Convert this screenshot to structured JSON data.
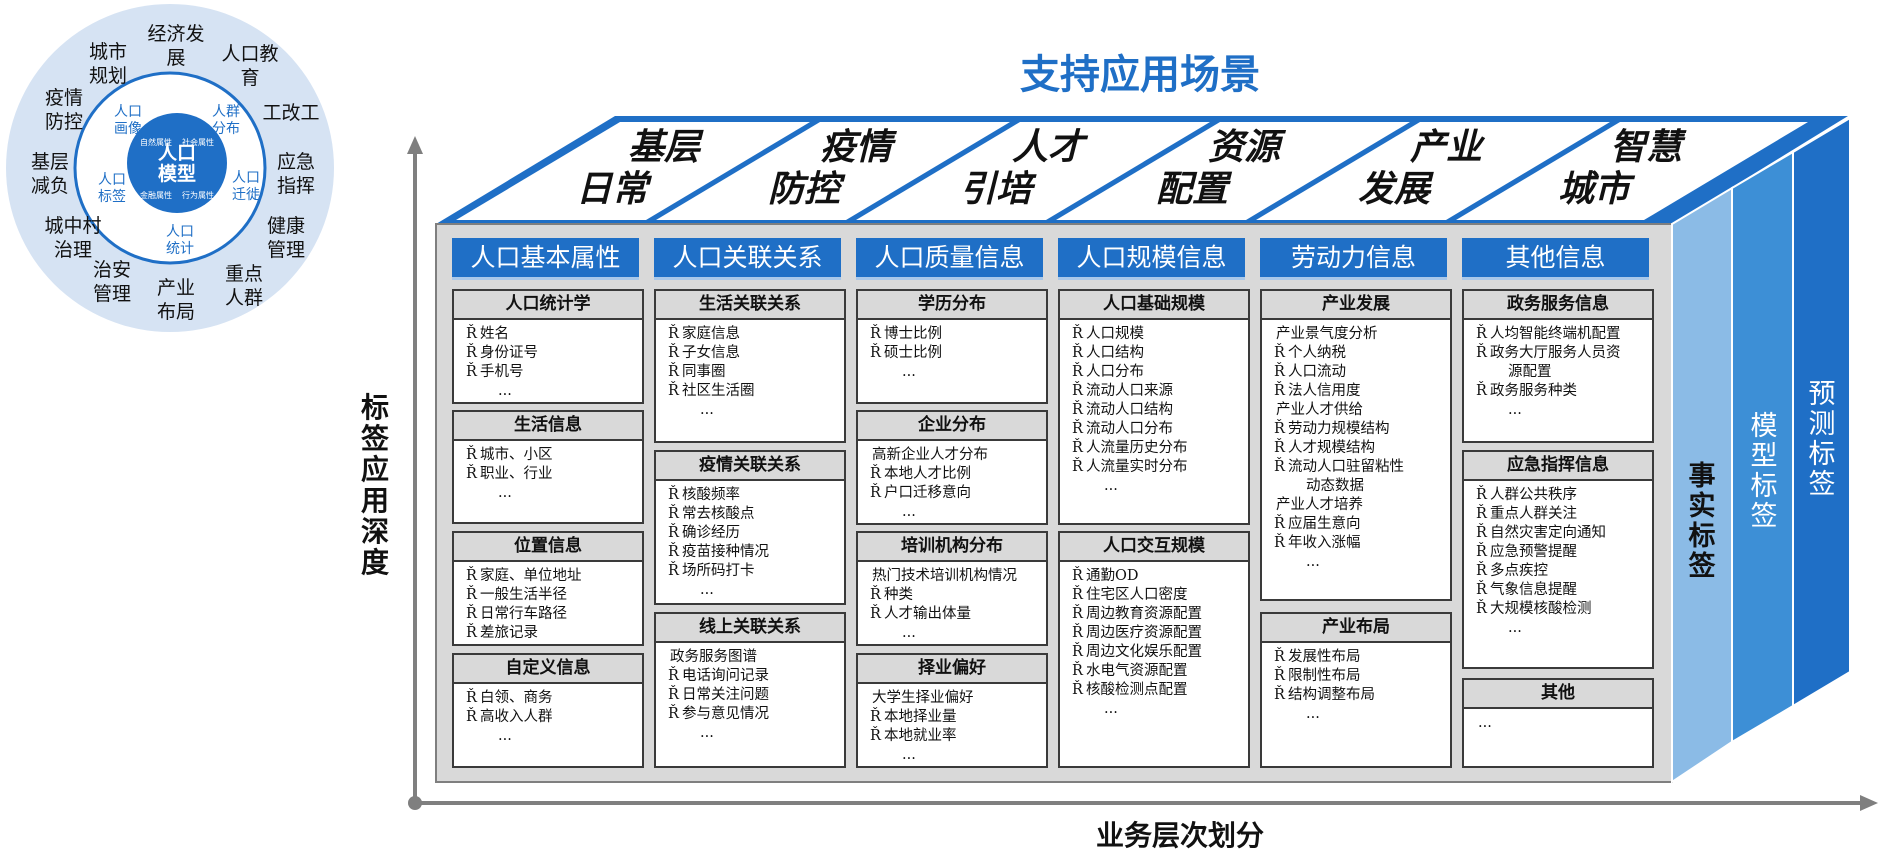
{
  "title": "支持应用场景",
  "y_axis_label": "标签应用深度",
  "x_axis_label": "业务层次划分",
  "circle": {
    "center_title": "人口模型",
    "center_small": [
      "自然属性",
      "社会属性",
      "金融属性",
      "行为属性"
    ],
    "inner": [
      "人口画像",
      "人群分布",
      "人口迁徙",
      "人口统计",
      "人口标签"
    ],
    "outer": [
      "经济发展",
      "人口教育",
      "工改工",
      "应急指挥",
      "健康管理",
      "重点人群",
      "产业布局",
      "治安管理",
      "城中村治理",
      "基层减负",
      "疫情防控",
      "城市规划"
    ]
  },
  "scenarios": [
    {
      "l1": "基层",
      "l2": "日常"
    },
    {
      "l1": "疫情",
      "l2": "防控"
    },
    {
      "l1": "人才",
      "l2": "引培"
    },
    {
      "l1": "资源",
      "l2": "配置"
    },
    {
      "l1": "产业",
      "l2": "发展"
    },
    {
      "l1": "智慧",
      "l2": "城市"
    }
  ],
  "side_labels": [
    "事实标签",
    "模型标签",
    "预测标签"
  ],
  "categories": [
    "人口基本属性",
    "人口关联关系",
    "人口质量信息",
    "人口规模信息",
    "劳动力信息",
    "其他信息"
  ],
  "groups": [
    {
      "title": "人口统计学",
      "items": [
        {
          "t": "姓名",
          "k": "b"
        },
        {
          "t": "身份证号",
          "k": "b"
        },
        {
          "t": "手机号",
          "k": "b"
        },
        {
          "t": "...",
          "k": "el"
        }
      ]
    },
    {
      "title": "生活信息",
      "items": [
        {
          "t": "城市、小区",
          "k": "b"
        },
        {
          "t": "职业、行业",
          "k": "b"
        },
        {
          "t": "...",
          "k": "el"
        }
      ]
    },
    {
      "title": "位置信息",
      "items": [
        {
          "t": "家庭、单位地址",
          "k": "b"
        },
        {
          "t": "一般生活半径",
          "k": "b"
        },
        {
          "t": "日常行车路径",
          "k": "b"
        },
        {
          "t": "差旅记录",
          "k": "b"
        }
      ]
    },
    {
      "title": "自定义信息",
      "items": [
        {
          "t": "白领、商务",
          "k": "b"
        },
        {
          "t": "高收入人群",
          "k": "b"
        },
        {
          "t": "...",
          "k": "el"
        }
      ]
    },
    {
      "title": "生活关联关系",
      "items": [
        {
          "t": "家庭信息",
          "k": "b"
        },
        {
          "t": "子女信息",
          "k": "b"
        },
        {
          "t": "同事圈",
          "k": "b"
        },
        {
          "t": "社区生活圈",
          "k": "b"
        },
        {
          "t": "...",
          "k": "el"
        }
      ]
    },
    {
      "title": "疫情关联关系",
      "items": [
        {
          "t": "核酸频率",
          "k": "b"
        },
        {
          "t": "常去核酸点",
          "k": "b"
        },
        {
          "t": "确诊经历",
          "k": "b"
        },
        {
          "t": "疫苗接种情况",
          "k": "b"
        },
        {
          "t": "场所码打卡",
          "k": "b"
        },
        {
          "t": "...",
          "k": "el"
        }
      ]
    },
    {
      "title": "线上关联关系",
      "items": [
        {
          "t": "政务服务图谱",
          "k": "hd"
        },
        {
          "t": "电话询问记录",
          "k": "b"
        },
        {
          "t": "日常关注问题",
          "k": "b"
        },
        {
          "t": "参与意见情况",
          "k": "b"
        },
        {
          "t": "...",
          "k": "el"
        }
      ]
    },
    {
      "title": "学历分布",
      "items": [
        {
          "t": "博士比例",
          "k": "b"
        },
        {
          "t": "硕士比例",
          "k": "b"
        },
        {
          "t": "...",
          "k": "el"
        }
      ]
    },
    {
      "title": "企业分布",
      "items": [
        {
          "t": "高新企业人才分布",
          "k": "hd"
        },
        {
          "t": "本地人才比例",
          "k": "b"
        },
        {
          "t": "户口迁移意向",
          "k": "b"
        },
        {
          "t": "...",
          "k": "el"
        }
      ]
    },
    {
      "title": "培训机构分布",
      "items": [
        {
          "t": "热门技术培训机构情况",
          "k": "hd"
        },
        {
          "t": "种类",
          "k": "b"
        },
        {
          "t": "人才输出体量",
          "k": "b"
        },
        {
          "t": "...",
          "k": "el"
        }
      ]
    },
    {
      "title": "择业偏好",
      "items": [
        {
          "t": "大学生择业偏好",
          "k": "hd"
        },
        {
          "t": "本地择业量",
          "k": "b"
        },
        {
          "t": "本地就业率",
          "k": "b"
        },
        {
          "t": "...",
          "k": "el"
        }
      ]
    },
    {
      "title": "人口基础规模",
      "items": [
        {
          "t": "人口规模",
          "k": "b"
        },
        {
          "t": "人口结构",
          "k": "b"
        },
        {
          "t": "人口分布",
          "k": "b"
        },
        {
          "t": "流动人口来源",
          "k": "b"
        },
        {
          "t": "流动人口结构",
          "k": "b"
        },
        {
          "t": "流动人口分布",
          "k": "b"
        },
        {
          "t": "人流量历史分布",
          "k": "b"
        },
        {
          "t": "人流量实时分布",
          "k": "b"
        },
        {
          "t": "...",
          "k": "el"
        }
      ]
    },
    {
      "title": "人口交互规模",
      "items": [
        {
          "t": "通勤OD",
          "k": "b"
        },
        {
          "t": "住宅区人口密度",
          "k": "b"
        },
        {
          "t": "周边教育资源配置",
          "k": "b"
        },
        {
          "t": "周边医疗资源配置",
          "k": "b"
        },
        {
          "t": "周边文化娱乐配置",
          "k": "b"
        },
        {
          "t": "水电气资源配置",
          "k": "b"
        },
        {
          "t": "核酸检测点配置",
          "k": "b"
        },
        {
          "t": "...",
          "k": "el"
        }
      ]
    },
    {
      "title": "产业发展",
      "items": [
        {
          "t": "产业景气度分析",
          "k": "hd"
        },
        {
          "t": "个人纳税",
          "k": "b"
        },
        {
          "t": "人口流动",
          "k": "b"
        },
        {
          "t": "法人信用度",
          "k": "b"
        },
        {
          "t": "产业人才供给",
          "k": "hd"
        },
        {
          "t": "劳动力规模结构",
          "k": "b"
        },
        {
          "t": "人才规模结构",
          "k": "b"
        },
        {
          "t": "流动人口驻留粘性",
          "k": "b"
        },
        {
          "t": "动态数据",
          "k": "c"
        },
        {
          "t": "产业人才培养",
          "k": "hd"
        },
        {
          "t": "应届生意向",
          "k": "b"
        },
        {
          "t": "年收入涨幅",
          "k": "b"
        },
        {
          "t": "...",
          "k": "el"
        }
      ]
    },
    {
      "title": "产业布局",
      "items": [
        {
          "t": "发展性布局",
          "k": "b"
        },
        {
          "t": "限制性布局",
          "k": "b"
        },
        {
          "t": "结构调整布局",
          "k": "b"
        },
        {
          "t": "...",
          "k": "el"
        }
      ]
    },
    {
      "title": "政务服务信息",
      "items": [
        {
          "t": "人均智能终端机配置",
          "k": "b"
        },
        {
          "t": "政务大厅服务人员资",
          "k": "b"
        },
        {
          "t": "源配置",
          "k": "c"
        },
        {
          "t": "政务服务种类",
          "k": "b"
        },
        {
          "t": "...",
          "k": "el"
        }
      ]
    },
    {
      "title": "应急指挥信息",
      "items": [
        {
          "t": "人群公共秩序",
          "k": "b"
        },
        {
          "t": "重点人群关注",
          "k": "b"
        },
        {
          "t": "自然灾害定向通知",
          "k": "b"
        },
        {
          "t": "应急预警提醒",
          "k": "b"
        },
        {
          "t": "多点疾控",
          "k": "b"
        },
        {
          "t": "气象信息提醒",
          "k": "b"
        },
        {
          "t": "大规模核酸检测",
          "k": "b"
        },
        {
          "t": "...",
          "k": "el"
        }
      ]
    },
    {
      "title": "其他",
      "items": [
        {
          "t": "...",
          "k": "hd"
        }
      ]
    }
  ]
}
